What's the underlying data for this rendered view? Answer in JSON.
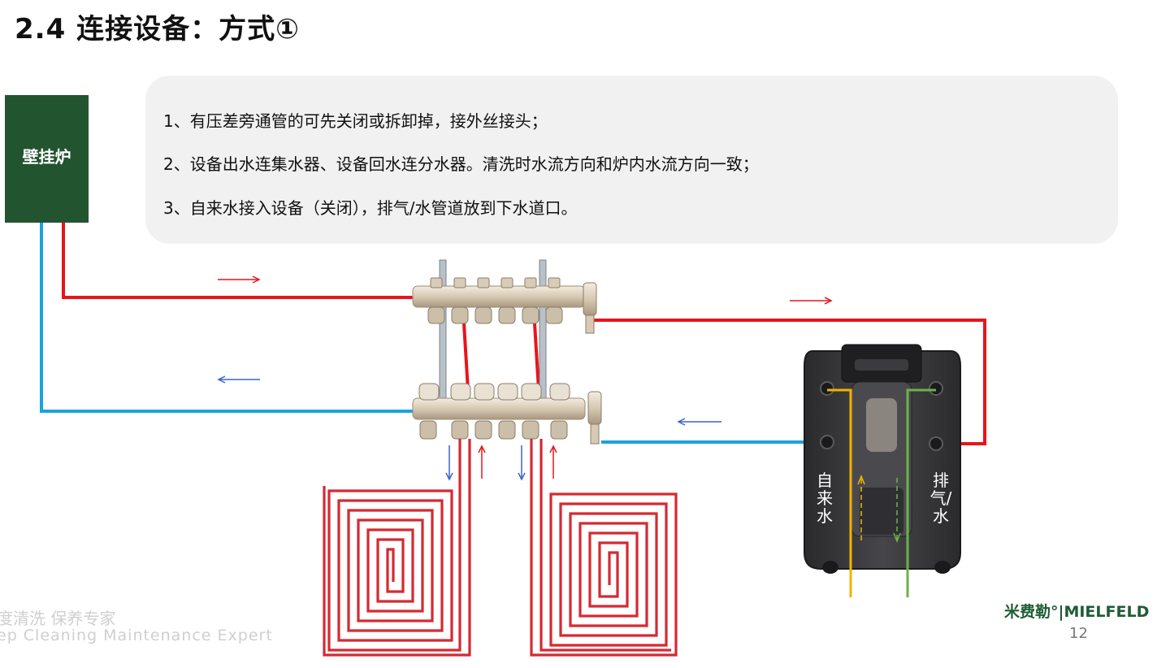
{
  "title": "2.4  连接设备：方式①",
  "boiler_label": "壁挂炉",
  "notes": [
    "1、有压差旁通管的可先关闭或拆卸掉，接外丝接头；",
    "2、设备出水连集水器、设备回水连分水器。清洗时水流方向和炉内水流方向一致；",
    "3、自来水接入设备（关闭），排气/水管道放到下水道口。"
  ],
  "device": {
    "left_label": "自来水",
    "right_label": "排气/水"
  },
  "watermark": {
    "line1": "度清洗 保养专家",
    "line2": "ep Cleaning Maintenance Expert"
  },
  "brand": "米费勒°|MIELFELD",
  "page_number": "12",
  "colors": {
    "hot_pipe": "#e8141c",
    "cold_pipe": "#1aa3dc",
    "boiler": "#22542f",
    "yellow_pipe": "#f0b400",
    "green_pipe": "#6ab34a",
    "arrow_blue": "#3a63c8"
  }
}
